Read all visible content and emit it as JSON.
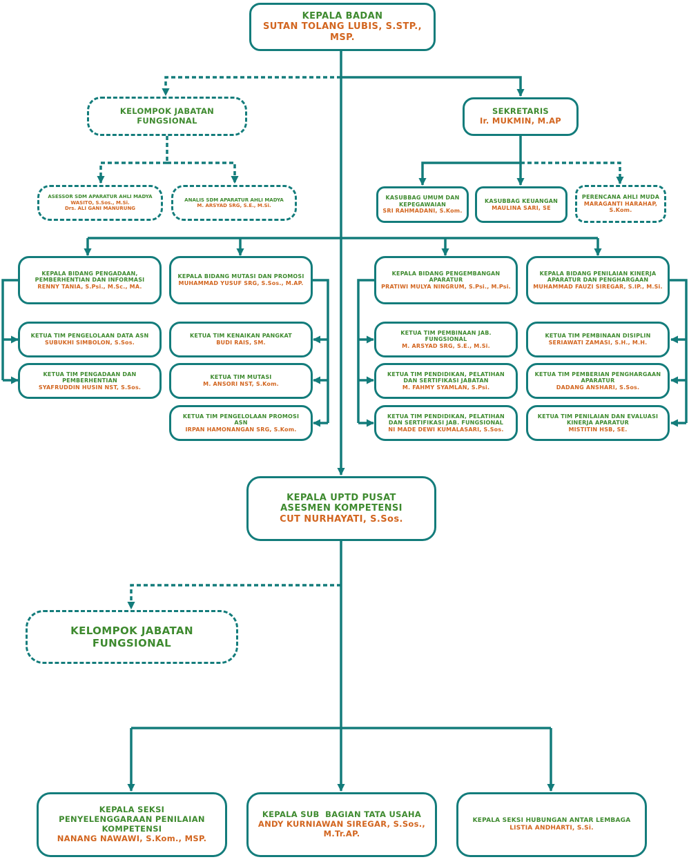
{
  "kepala_badan": {
    "title": "KEPALA BADAN",
    "name": "SUTAN TOLANG LUBIS, S.STP., MSP."
  },
  "kelompok_jabatan_fungsional": {
    "title": "KELOMPOK JABATAN FUNGSIONAL"
  },
  "asesor": {
    "title": "ASESSOR SDM APARATUR AHLI MADYA",
    "name1": "WASITO, S.Sos., M.Si.",
    "name2": "Drs. ALI GANI MANURUNG"
  },
  "analis": {
    "title": "ANALIS SDM APARATUR AHLI MADYA",
    "name": "M. ARSYAD SRG, S.E., M.Si."
  },
  "sekretaris": {
    "title": "SEKRETARIS",
    "name": "Ir. MUKMIN, M.AP"
  },
  "kasubbag_umum": {
    "title": "KASUBBAG UMUM DAN KEPEGAWAIAN",
    "name": "SRI RAHMADANI, S.Kom."
  },
  "kasubbag_keuangan": {
    "title": "KASUBBAG KEUANGAN",
    "name": "MAULINA SARI, SE"
  },
  "perencana": {
    "title": "PERENCANA AHLI MUDA",
    "name": "MARAGANTI HARAHAP, S.Kom."
  },
  "bid_pengadaan": {
    "title": "KEPALA BIDANG PENGADAAN, PEMBERHENTIAN DAN INFORMASI",
    "name": "RENNY TANIA, S.Psi., M.Sc., MA."
  },
  "tim_data_asn": {
    "title": "KETUA TIM PENGELOLAAN DATA ASN",
    "name": "SUBUKHI SIMBOLON, S.Sos."
  },
  "tim_pengadaan": {
    "title": "KETUA TIM PENGADAAN DAN PEMBERHENTIAN",
    "name": "SYAFRUDDIN HUSIN NST, S.Sos."
  },
  "bid_mutasi": {
    "title": "KEPALA BIDANG MUTASI DAN PROMOSI",
    "name": "MUHAMMAD YUSUF SRG, S.Sos., M.AP."
  },
  "tim_pangkat": {
    "title": "KETUA TIM KENAIKAN PANGKAT",
    "name": "BUDI RAIS, SM."
  },
  "tim_mutasi": {
    "title": "KETUA TIM MUTASI",
    "name": "M. ANSORI NST, S.Kom."
  },
  "tim_promosi": {
    "title": "KETUA TIM PENGELOLAAN PROMOSI ASN",
    "name": "IRPAN HAMONANGAN SRG, S.Kom."
  },
  "bid_pengembangan": {
    "title": "KEPALA BIDANG PENGEMBANGAN APARATUR",
    "name": "PRATIWI MULYA NINGRUM, S.Psi., M.Psi."
  },
  "tim_pembinaan_jab": {
    "title": "KETUA TIM PEMBINAAN JAB. FUNGSIONAL",
    "name": "M. ARSYAD SRG, S.E., M.Si."
  },
  "tim_diklat_jabatan": {
    "title": "KETUA TIM PENDIDIKAN, PELATIHAN DAN SERTIFIKASI JABATAN",
    "name": "M. FAHMY SYAMLAN, S.Psi."
  },
  "tim_diklat_fungsional": {
    "title": "KETUA TIM PENDIDIKAN, PELATIHAN DAN SERTIFIKASI JAB. FUNGSIONAL",
    "name": "NI MADE DEWI KUMALASARI, S.Sos."
  },
  "bid_penilaian": {
    "title": "KEPALA BIDANG PENILAIAN KINERJA APARATUR DAN PENGHARGAAN",
    "name": "MUHAMMAD FAUZI SIREGAR, S.IP., M.Si."
  },
  "tim_disiplin": {
    "title": "KETUA TIM PEMBINAAN DISIPLIN",
    "name": "SERIAWATI ZAMASI, S.H., M.H."
  },
  "tim_penghargaan": {
    "title": "KETUA TIM PEMBERIAN PENGHARGAAN APARATUR",
    "name": "DADANG ANSHARI, S.Sos."
  },
  "tim_evaluasi": {
    "title": "KETUA TIM PENILAIAN DAN EVALUASI KINERJA APARATUR",
    "name": "MISTITIN HSB, SE."
  },
  "uptd": {
    "title": "KEPALA UPTD PUSAT ASESMEN KOMPETENSI",
    "name": "CUT NURHAYATI, S.Sos."
  },
  "uptd_fungsional": {
    "title": "KELOMPOK JABATAN FUNGSIONAL"
  },
  "seksi_penyelenggaraan": {
    "title": "KEPALA SEKSI PENYELENGGARAAN PENILAIAN KOMPETENSI",
    "name": "NANANG NAWAWI, S.Kom., MSP."
  },
  "sub_bagian_tu": {
    "title": "KEPALA SUB  BAGIAN TATA USAHA",
    "name": "ANDY KURNIAWAN SIREGAR, S.Sos., M.Tr.AP."
  },
  "seksi_hubungan": {
    "title": "KEPALA SEKSI HUBUNGAN ANTAR LEMBAGA",
    "name": "LISTIA ANDHARTI, S.Si."
  },
  "colors": {
    "line": "#137c7b",
    "title": "#3e8a2f",
    "name": "#d2651f"
  }
}
